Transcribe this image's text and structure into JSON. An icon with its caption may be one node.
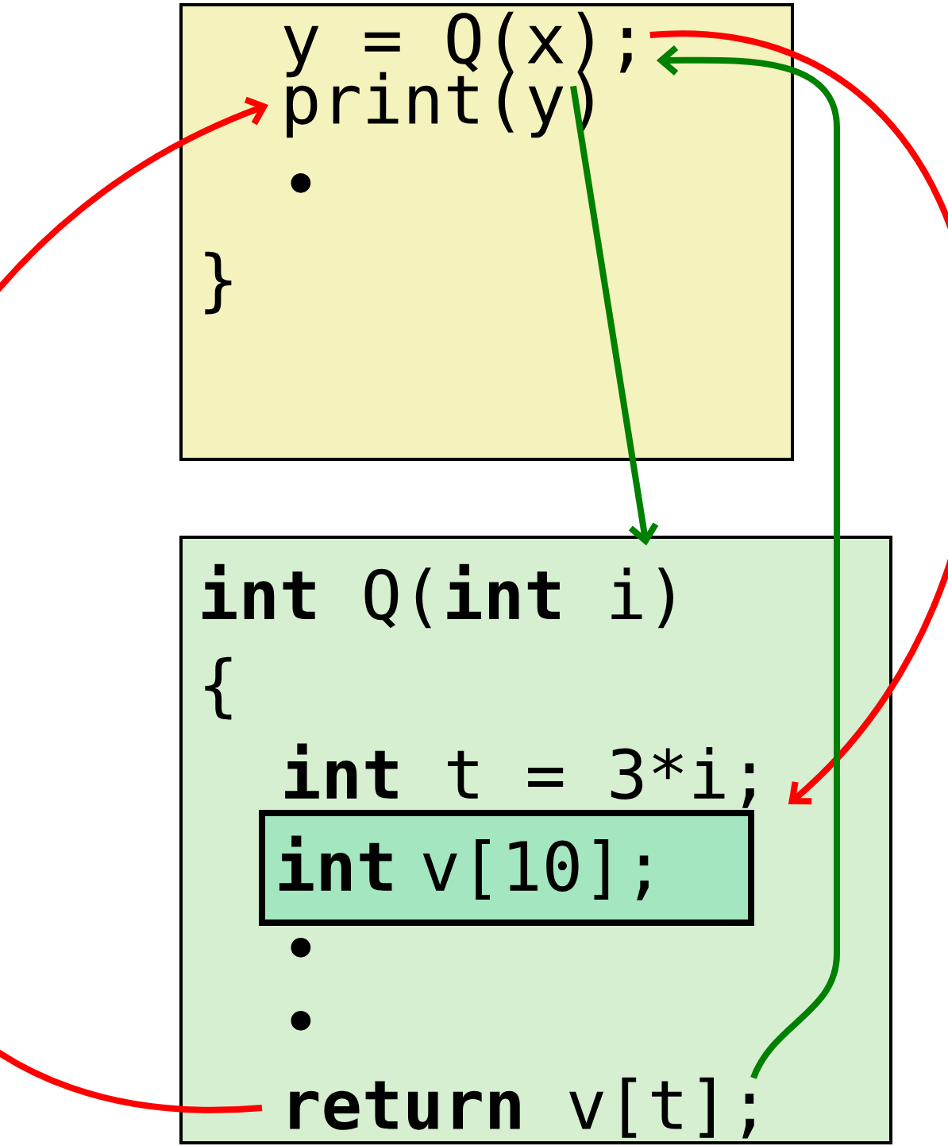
{
  "diagram": {
    "nodes": [
      {
        "text": [],
        "shape": "box"
      },
      {
        "text": [
          "y = Q(x);"
        ],
        "in": 0
      },
      {
        "text": [
          "print(y)"
        ],
        "in": 0
      },
      {
        "text": [
          "•"
        ],
        "in": 0
      },
      {
        "text": [
          "}"
        ],
        "in": 0
      },
      {
        "text": [],
        "shape": "box"
      },
      {
        "text": [
          "**int** Q(**int** i)"
        ],
        "in": 5
      },
      {
        "text": [
          "{"
        ],
        "in": 5
      },
      {
        "text": [
          "**int** t = 3*i;"
        ],
        "in": 5
      },
      {
        "text": [
          "**int** v[10];"
        ],
        "in": 5
      },
      {
        "text": [
          "•"
        ],
        "in": 5
      },
      {
        "text": [
          "•"
        ],
        "in": 5
      },
      {
        "text": [
          "**return** v[t];"
        ],
        "in": 5
      }
    ],
    "edges": [
      {
        "from": 1,
        "to": 8,
        "arrow": "to",
        "color": "#ff0000"
      },
      {
        "from": 12,
        "to": 2,
        "arrow": "to",
        "color": "#ff0000"
      },
      {
        "from": 1,
        "to": 6,
        "arrow": "to",
        "color": "#008000"
      },
      {
        "from": 12,
        "to": 1,
        "arrow": "to",
        "color": "#008000"
      }
    ]
  }
}
